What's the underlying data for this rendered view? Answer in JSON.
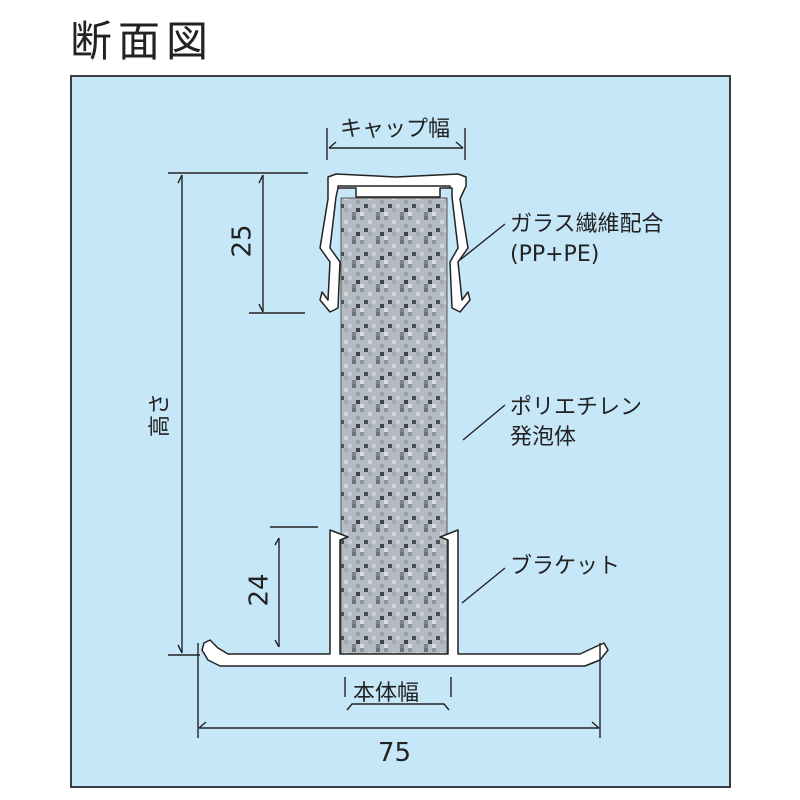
{
  "title": "断面図",
  "colors": {
    "background": "#c6e7f8",
    "frame_border": "#3a3d42",
    "profile_fill": "#ffffff",
    "foam_fill": "#a9b0b8",
    "line": "#222222"
  },
  "diagram": {
    "labels": {
      "cap_width": "キャップ幅",
      "body_width": "本体幅",
      "height": "高さ",
      "dim_cap_height": "25",
      "dim_bracket_height": "24",
      "dim_total_width": "75"
    },
    "callouts": {
      "cap_material_line1": "ガラス繊維配合",
      "cap_material_line2": "(PP+PE)",
      "foam_line1": "ポリエチレン",
      "foam_line2": "発泡体",
      "bracket": "ブラケット"
    }
  }
}
